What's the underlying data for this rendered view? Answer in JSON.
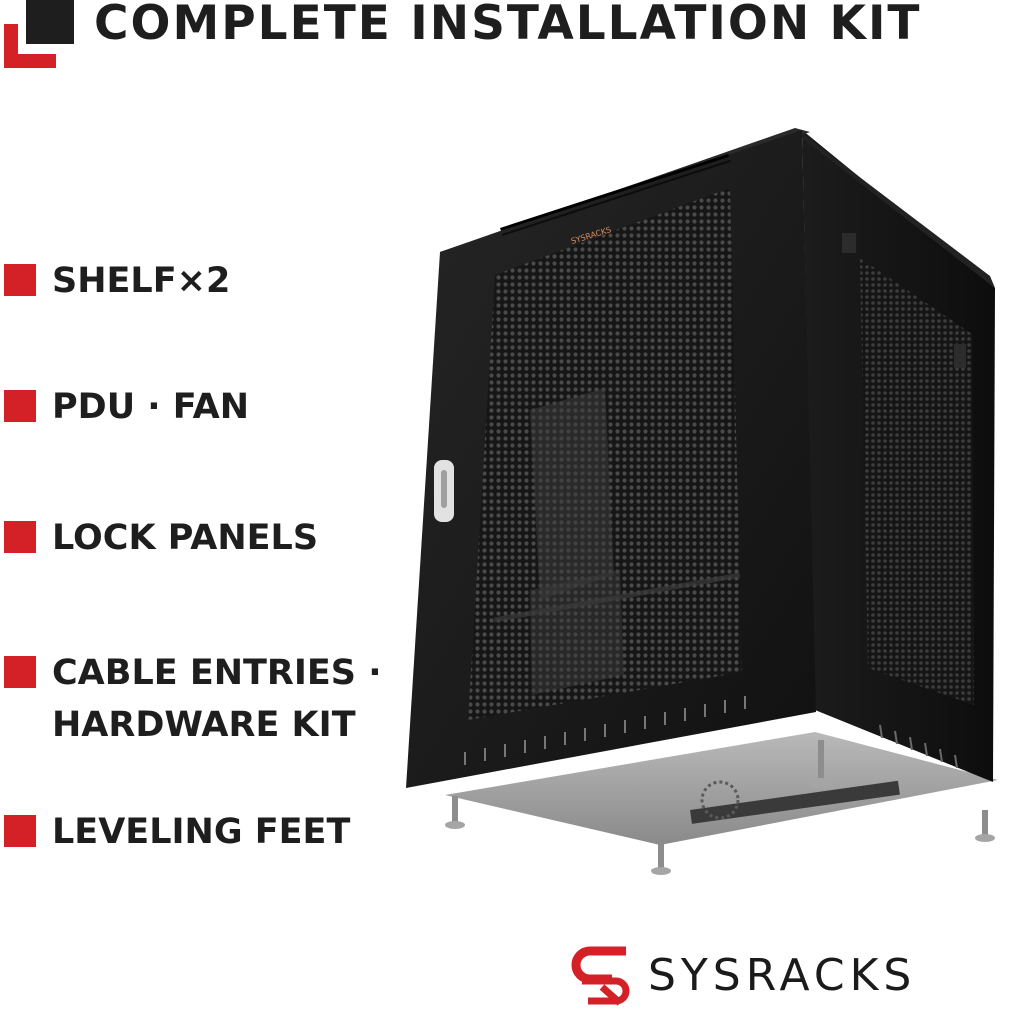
{
  "header": {
    "title": "COMPLETE INSTALLATION KIT"
  },
  "features": [
    {
      "label": "SHELF×2"
    },
    {
      "label": "PDU · FAN"
    },
    {
      "label": "LOCK PANELS"
    },
    {
      "label_line1": "CABLE ENTRIES ·",
      "label_line2": "HARDWARE KIT"
    },
    {
      "label": "LEVELING FEET"
    }
  ],
  "product": {
    "door_logo": "SYSRACKS"
  },
  "brand": {
    "name": "SYSRACKS",
    "accent_color": "#d42027",
    "text_color": "#1e1e1e"
  }
}
